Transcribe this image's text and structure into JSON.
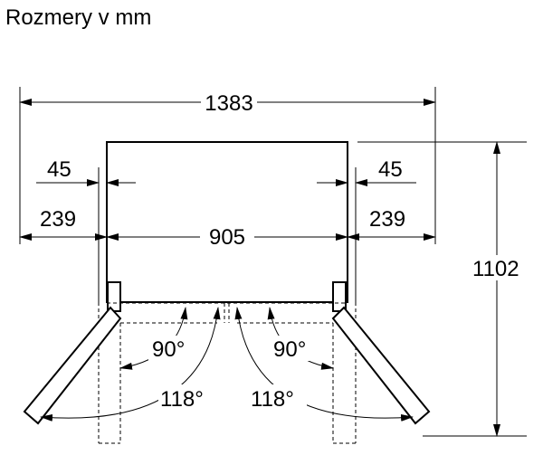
{
  "title": "Rozmery v mm",
  "dimensions": {
    "overall_width": "1383",
    "left_gap": "45",
    "right_gap": "45",
    "left_door_clearance": "239",
    "right_door_clearance": "239",
    "body_width": "905",
    "total_depth": "1102"
  },
  "angles": {
    "left_inner": "90°",
    "right_inner": "90°",
    "left_outer": "118°",
    "right_outer": "118°"
  },
  "colors": {
    "line": "#000000",
    "background": "#ffffff"
  }
}
